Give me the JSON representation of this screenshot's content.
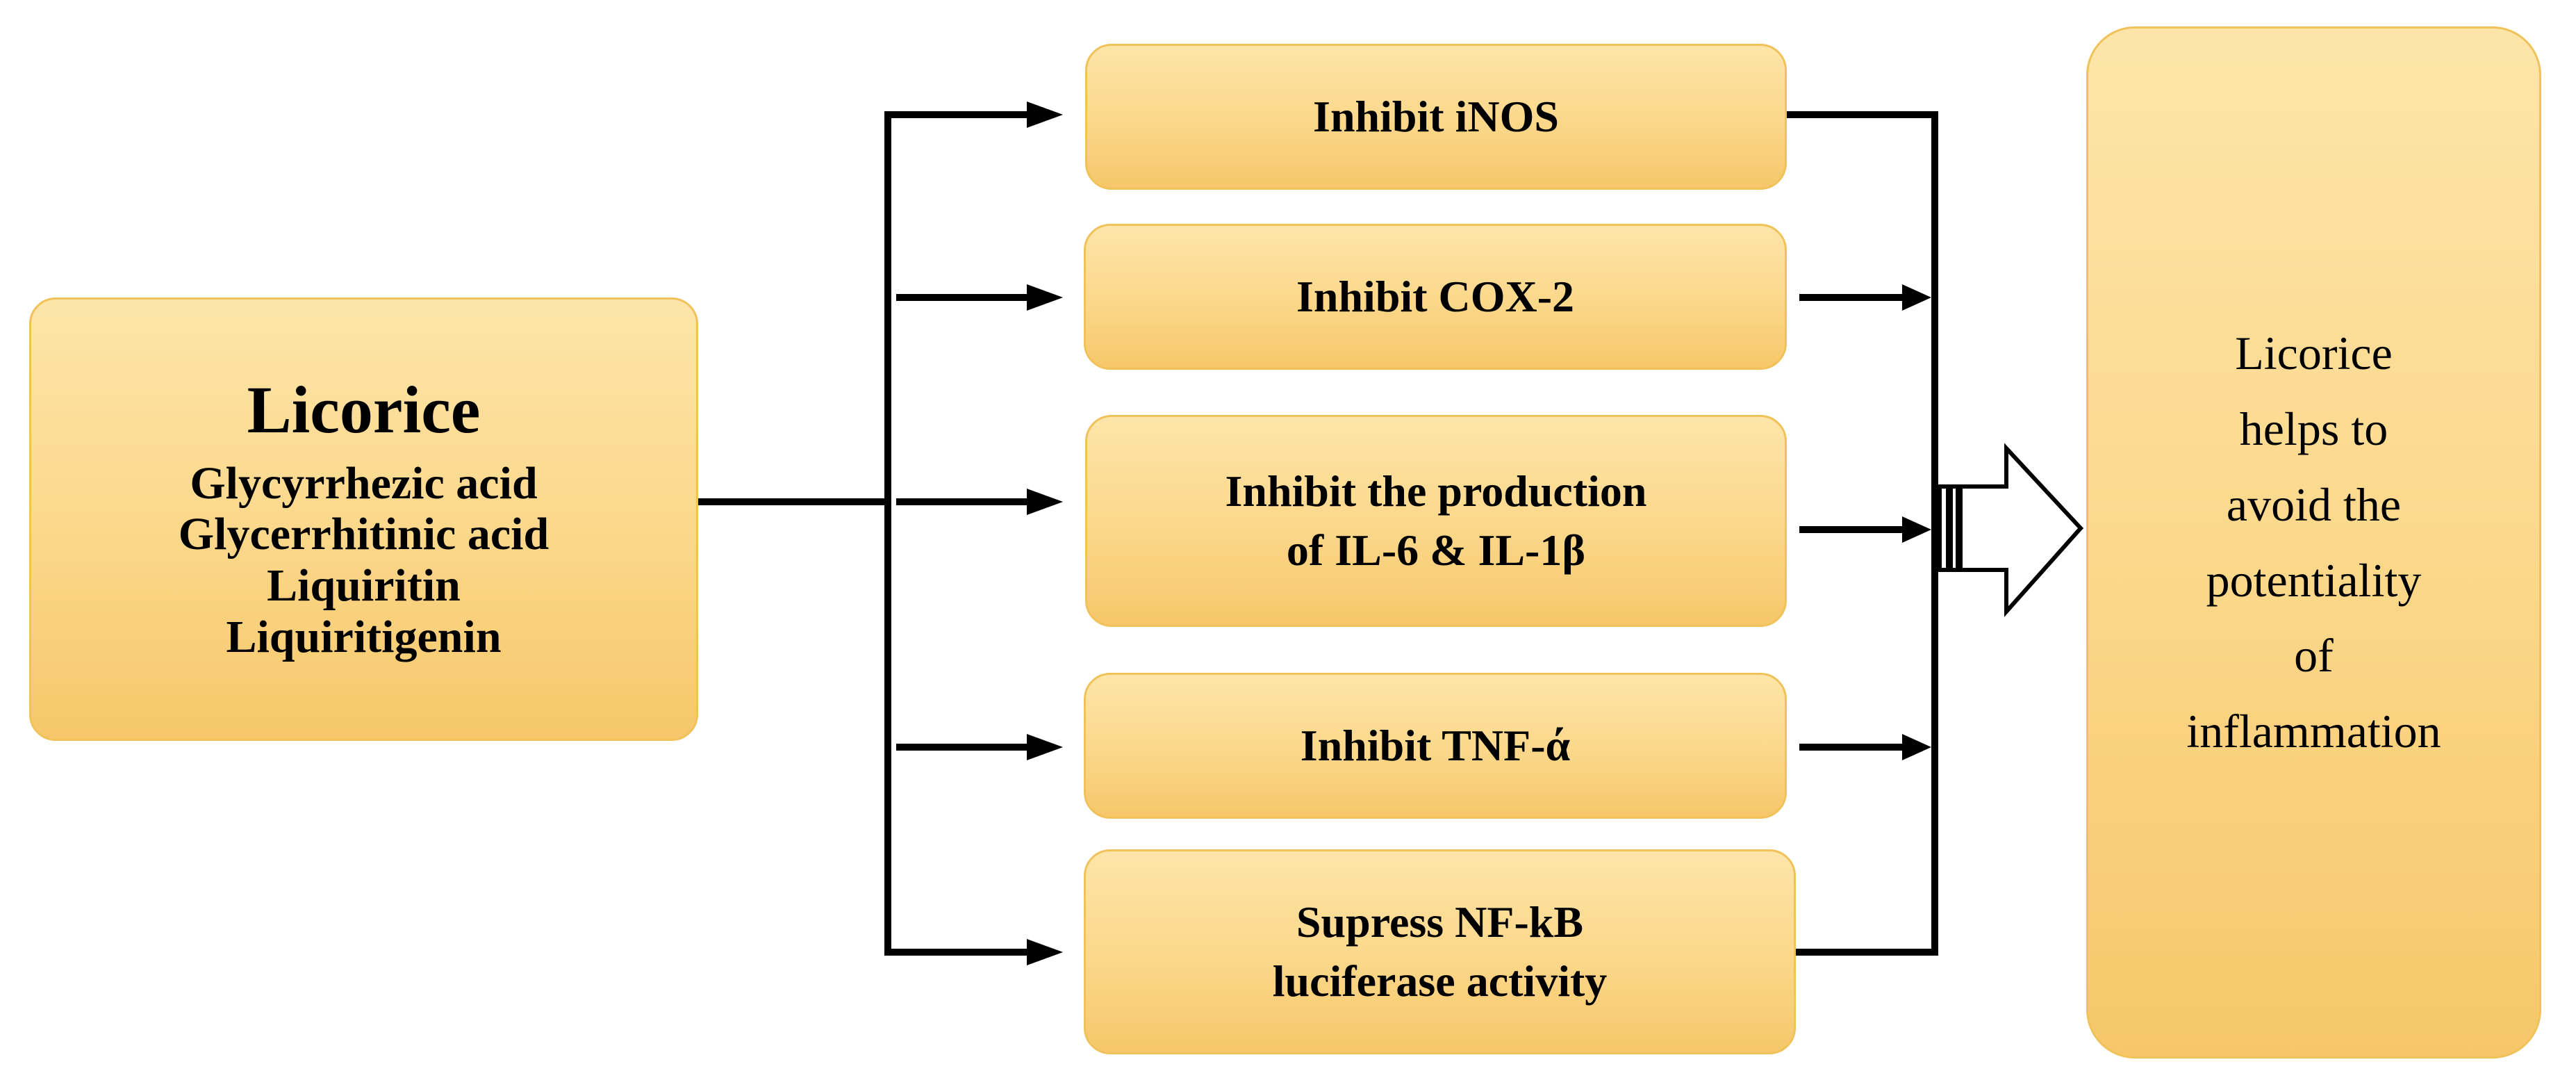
{
  "source": {
    "title": "Licorice",
    "compounds": [
      "Glycyrrhezic acid",
      "Glycerrhitinic acid",
      "Liquiritin",
      "Liquiritigenin"
    ]
  },
  "effects": [
    {
      "lines": [
        "Inhibit iNOS"
      ]
    },
    {
      "lines": [
        "Inhibit COX-2"
      ]
    },
    {
      "lines": [
        "Inhibit the production",
        "of IL-6 & IL-1β"
      ]
    },
    {
      "lines": [
        "Inhibit TNF-ά"
      ]
    },
    {
      "lines": [
        "Supress NF-kB",
        "luciferase activity"
      ]
    }
  ],
  "outcome": {
    "lines": [
      "Licorice",
      "helps to",
      "avoid the",
      "potentiality",
      "of",
      "inflammation"
    ]
  },
  "colors": {
    "box_fill_top": "#fde5a9",
    "box_fill_bottom": "#f6c76a",
    "box_border": "#f0c25a",
    "line": "#000000"
  }
}
